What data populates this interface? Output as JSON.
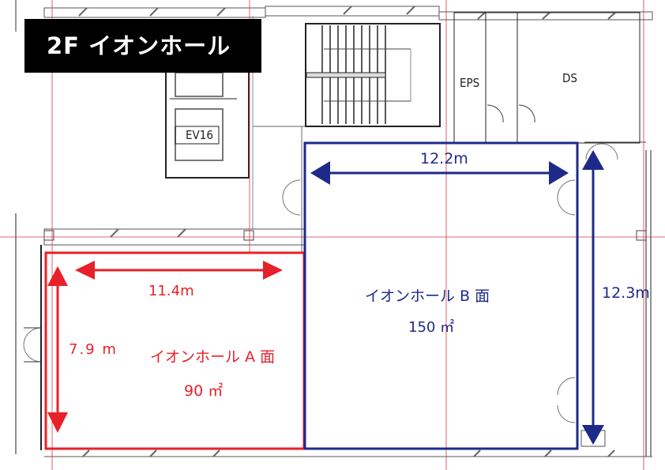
{
  "title": "2F イオンホール",
  "rooms": {
    "ev": "EV16",
    "eps": "EPS",
    "ds": "DS"
  },
  "hall_a": {
    "name": "イオンホール A 面",
    "area": "90 ㎡",
    "width": "11.4m",
    "depth": "7.9 m",
    "color": "#e8202a"
  },
  "hall_b": {
    "name": "イオンホール B 面",
    "area": "150 ㎡",
    "width": "12.2m",
    "depth": "12.3m",
    "color": "#1e2a8a"
  }
}
